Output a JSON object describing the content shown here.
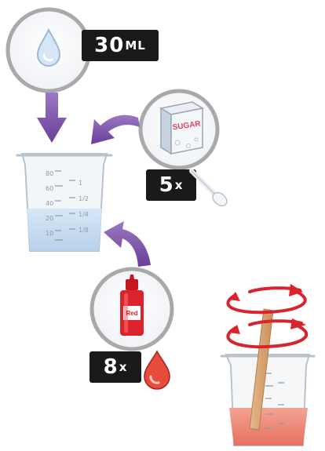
{
  "steps": {
    "water": {
      "amount": "30",
      "unit": "ML",
      "icon": "water-drop-icon"
    },
    "sugar": {
      "count": "5",
      "unit": "x",
      "box_text": "SUGAR",
      "icon": "sugar-box-icon",
      "tool_icon": "teaspoon-icon"
    },
    "coloring": {
      "count": "8",
      "unit": "x",
      "bottle_text": "Red",
      "icon": "dropper-bottle-icon",
      "drop_icon": "red-drop-icon"
    },
    "stir": {
      "icon": "stirring-stick-icon",
      "motion_icon": "rotate-arrows-icon"
    }
  },
  "measuring_cup": {
    "left_scale": [
      "80",
      "60",
      "40",
      "20",
      "10"
    ],
    "right_scale": [
      "1",
      "1/2",
      "1/4",
      "1/8"
    ]
  },
  "colors": {
    "purple_arrow": "#7a4fa3",
    "ring": "#a9a9a9",
    "label_bg": "#1a1a1a",
    "red": "#d9232d",
    "water": "#bcd6ee",
    "red_liquid": "#f08a7c"
  }
}
